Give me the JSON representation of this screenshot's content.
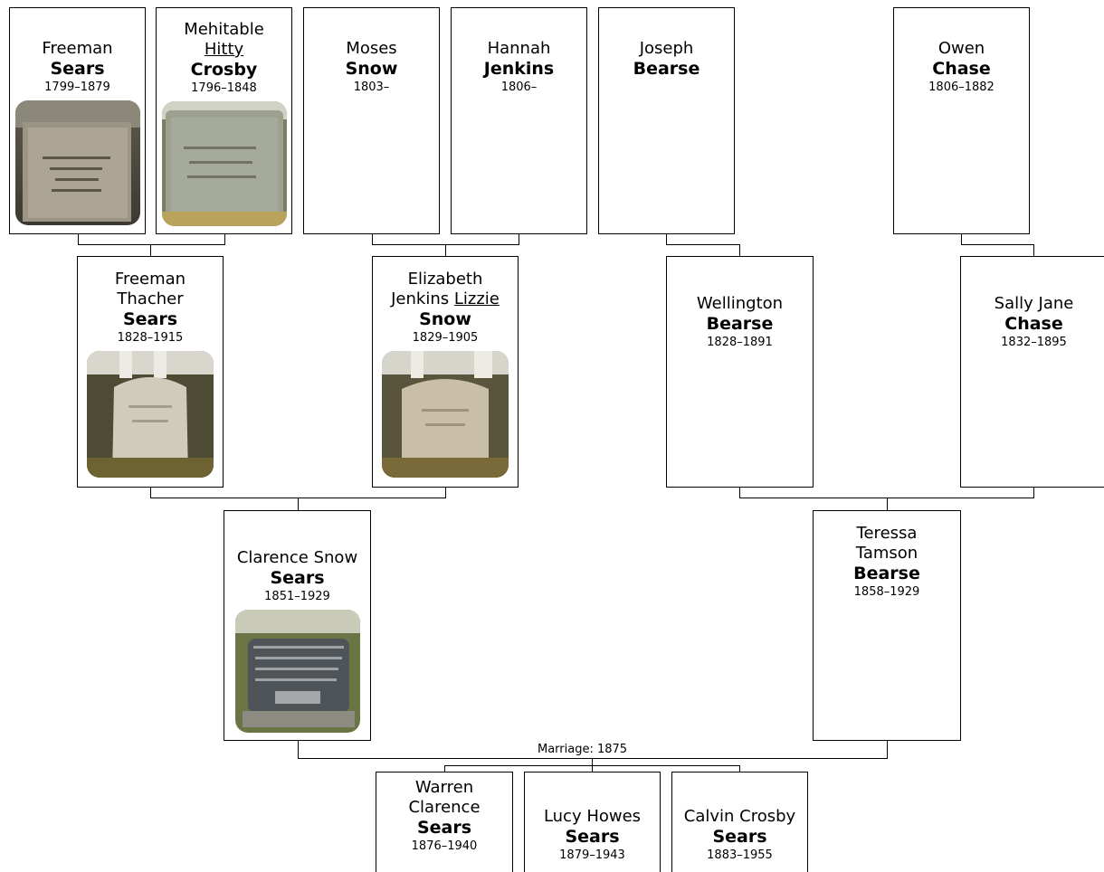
{
  "people": {
    "freeman_sears_1799": {
      "given": "Freeman",
      "surname": "Sears",
      "years": "1799–1879"
    },
    "mehitable_crosby": {
      "given_1": "Mehitable",
      "nickname": "Hitty",
      "surname": "Crosby",
      "years": "1796–1848"
    },
    "moses_snow": {
      "given": "Moses",
      "surname": "Snow",
      "years": "1803–"
    },
    "hannah_jenkins": {
      "given": "Hannah",
      "surname": "Jenkins",
      "years": "1806–"
    },
    "joseph_bearse": {
      "given": "Joseph",
      "surname": "Bearse",
      "years": ""
    },
    "owen_chase": {
      "given": "Owen",
      "surname": "Chase",
      "years": "1806–1882"
    },
    "freeman_thacher_sears": {
      "given_1": "Freeman",
      "given_2": "Thacher",
      "surname": "Sears",
      "years": "1828–1915"
    },
    "elizabeth_snow": {
      "given_1": "Elizabeth",
      "given_2": "Jenkins",
      "nickname": "Lizzie",
      "surname": "Snow",
      "years": "1829–1905"
    },
    "wellington_bearse": {
      "given": "Wellington",
      "surname": "Bearse",
      "years": "1828–1891"
    },
    "sally_jane_chase": {
      "given": "Sally Jane",
      "surname": "Chase",
      "years": "1832–1895"
    },
    "clarence_snow_sears": {
      "given": "Clarence Snow",
      "surname": "Sears",
      "years": "1851–1929"
    },
    "teressa_bearse": {
      "given_1": "Teressa",
      "given_2": "Tamson",
      "surname": "Bearse",
      "years": "1858–1929"
    },
    "warren_clarence_sears": {
      "given_1": "Warren",
      "given_2": "Clarence",
      "surname": "Sears",
      "years": "1876–1940"
    },
    "lucy_howes_sears": {
      "given": "Lucy Howes",
      "surname": "Sears",
      "years": "1879–1943"
    },
    "calvin_crosby_sears": {
      "given": "Calvin Crosby",
      "surname": "Sears",
      "years": "1883–1955"
    }
  },
  "marriage": {
    "label": "Marriage: 1875"
  },
  "colors": {
    "line": "#000000",
    "card_border": "#000000",
    "background": "#ffffff"
  }
}
